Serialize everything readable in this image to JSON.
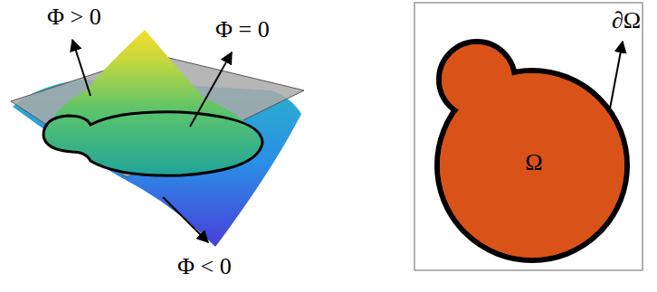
{
  "diagram": {
    "nodes": [
      {
        "text": [
          "Ω"
        ]
      }
    ],
    "labels": [
      "Φ > 0",
      "Φ = 0",
      "Φ < 0",
      "∂Ω"
    ]
  }
}
